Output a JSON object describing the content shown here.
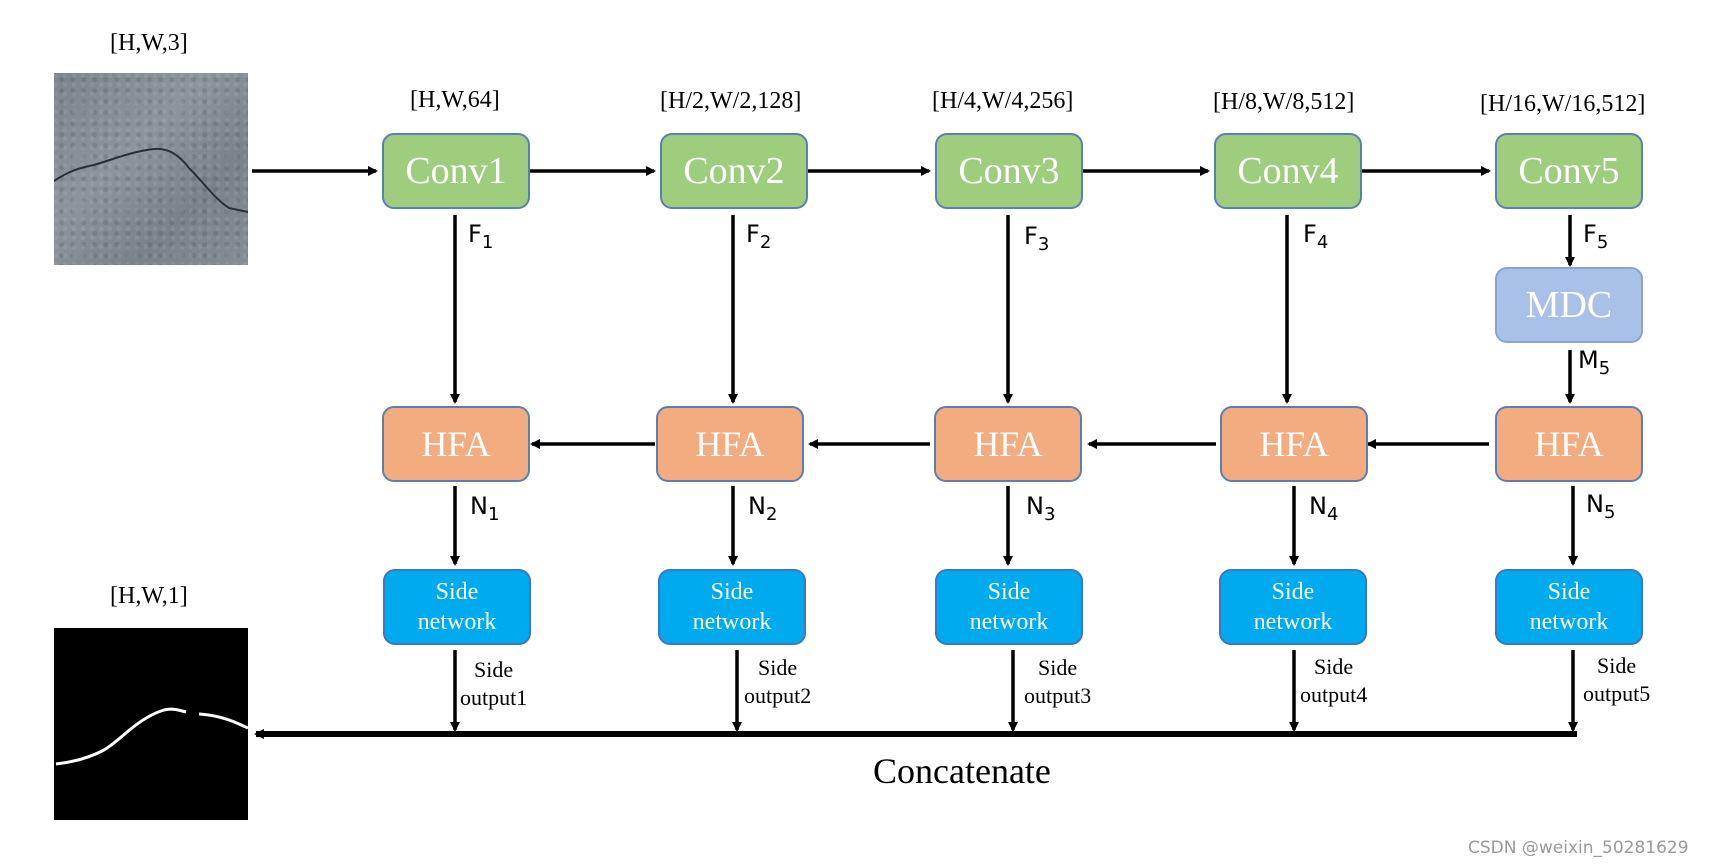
{
  "input_image": {
    "dims": "[H,W,3]"
  },
  "output_image": {
    "dims": "[H,W,1]"
  },
  "conv_blocks": [
    {
      "label": "Conv1",
      "dims": "[H,W,64]",
      "feature": "F",
      "index": "1"
    },
    {
      "label": "Conv2",
      "dims": "[H/2,W/2,128]",
      "feature": "F",
      "index": "2"
    },
    {
      "label": "Conv3",
      "dims": "[H/4,W/4,256]",
      "feature": "F",
      "index": "3"
    },
    {
      "label": "Conv4",
      "dims": "[H/8,W/8,512]",
      "feature": "F",
      "index": "4"
    },
    {
      "label": "Conv5",
      "dims": "[H/16,W/16,512]",
      "feature": "F",
      "index": "5"
    }
  ],
  "mdc": {
    "label": "MDC",
    "out_feature": "M",
    "out_index": "5"
  },
  "hfa_blocks": [
    {
      "label": "HFA",
      "feature": "N",
      "index": "1"
    },
    {
      "label": "HFA",
      "feature": "N",
      "index": "2"
    },
    {
      "label": "HFA",
      "feature": "N",
      "index": "3"
    },
    {
      "label": "HFA",
      "feature": "N",
      "index": "4"
    },
    {
      "label": "HFA",
      "feature": "N",
      "index": "5"
    }
  ],
  "side_networks": [
    {
      "line1": "Side",
      "line2": "network",
      "out1": "Side",
      "out2": "output1"
    },
    {
      "line1": "Side",
      "line2": "network",
      "out1": "Side",
      "out2": "output2"
    },
    {
      "line1": "Side",
      "line2": "network",
      "out1": "Side",
      "out2": "output3"
    },
    {
      "line1": "Side",
      "line2": "network",
      "out1": "Side",
      "out2": "output4"
    },
    {
      "line1": "Side",
      "line2": "network",
      "out1": "Side",
      "out2": "output5"
    }
  ],
  "concatenate_label": "Concatenate",
  "watermark": "CSDN @weixin_50281629",
  "colors": {
    "conv": "#9fcd7e",
    "mdc": "#a9c0e8",
    "hfa": "#f2ac80",
    "side": "#00aaee",
    "arrow": "#000000"
  }
}
